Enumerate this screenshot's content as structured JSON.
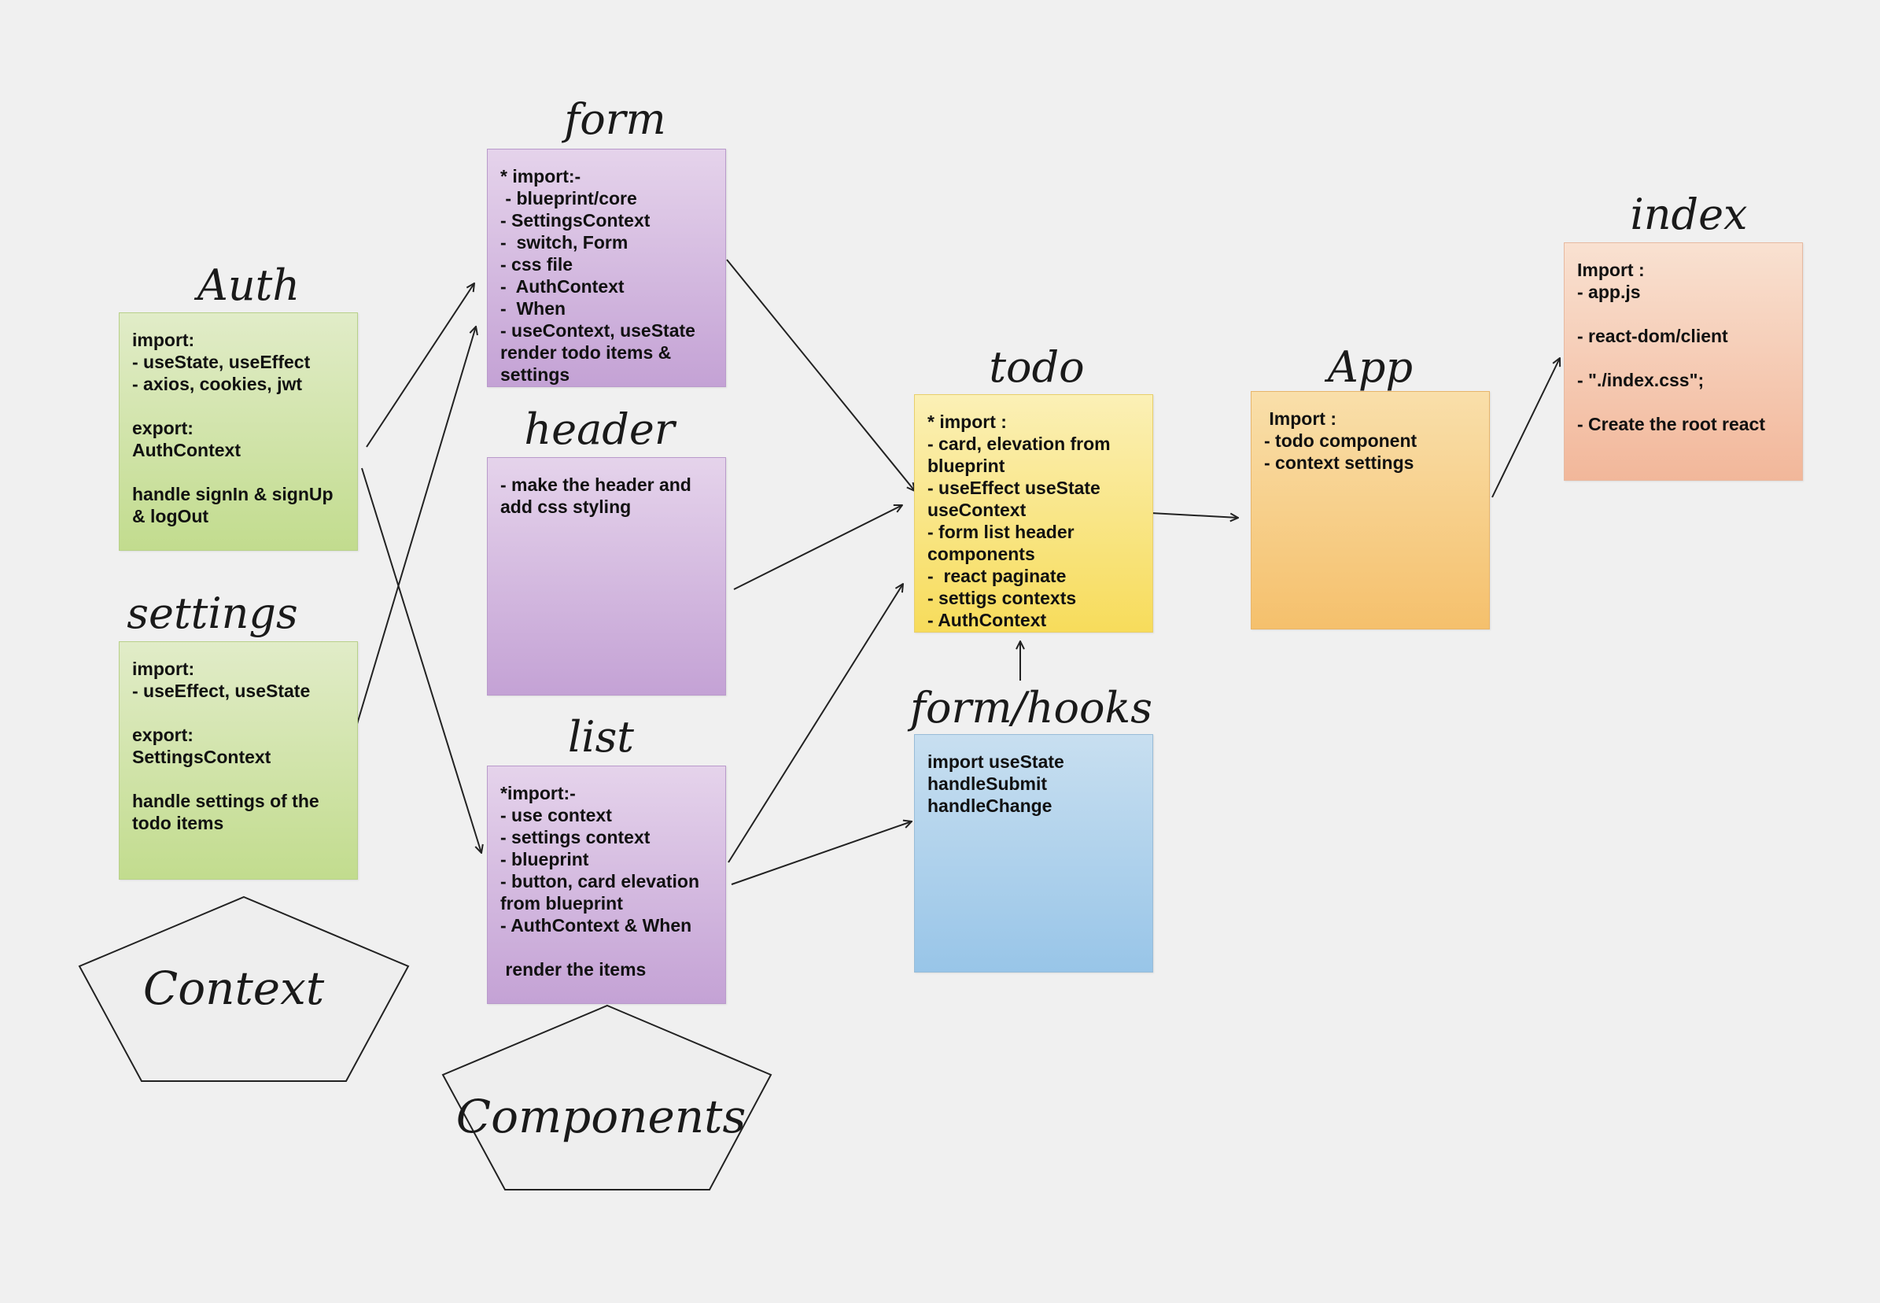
{
  "diagram": {
    "titles": {
      "auth": "Auth",
      "settings": "settings",
      "form": "form",
      "header": "header",
      "list": "list",
      "todo": "todo",
      "form_hooks": "form/hooks",
      "app": "App",
      "index": "index"
    },
    "notes": {
      "auth": "import:\n- useState, useEffect\n- axios, cookies, jwt\n\nexport:\nAuthContext\n\nhandle signIn & signUp\n& logOut",
      "settings": "import:\n- useEffect, useState\n\nexport:\nSettingsContext\n\nhandle settings of the\ntodo items",
      "form": "* import:-\n - blueprint/core\n- SettingsContext\n-  switch, Form\n- css file\n-  AuthContext\n-  When\n- useContext, useState\nrender todo items &\nsettings",
      "header": "- make the header and\nadd css styling",
      "list": "*import:-\n- use context\n- settings context\n- blueprint\n- button, card elevation\nfrom blueprint\n- AuthContext & When\n\n render the items",
      "todo": "* import :\n- card, elevation from\nblueprint\n- useEffect useState\nuseContext\n- form list header\ncomponents\n-  react paginate\n- settigs contexts\n- AuthContext",
      "form_hooks": "import useState\nhandleSubmit\nhandleChange",
      "app": " Import :\n- todo component\n- context settings",
      "index": "Import :\n- app.js\n\n- react-dom/client\n\n- \"./index.css\";\n\n- Create the root react"
    },
    "shapes": {
      "context": "Context",
      "components": "Components"
    },
    "colors": {
      "context_notes": "#c9e09b",
      "component_notes": "#cdb0dc",
      "todo_note": "#f8e27c",
      "app_note": "#f6c87a",
      "index_note": "#f4c4a8",
      "hooks_note": "#a9cdea",
      "pentagon_fill": "#eeeeee",
      "stroke": "#222222"
    }
  }
}
